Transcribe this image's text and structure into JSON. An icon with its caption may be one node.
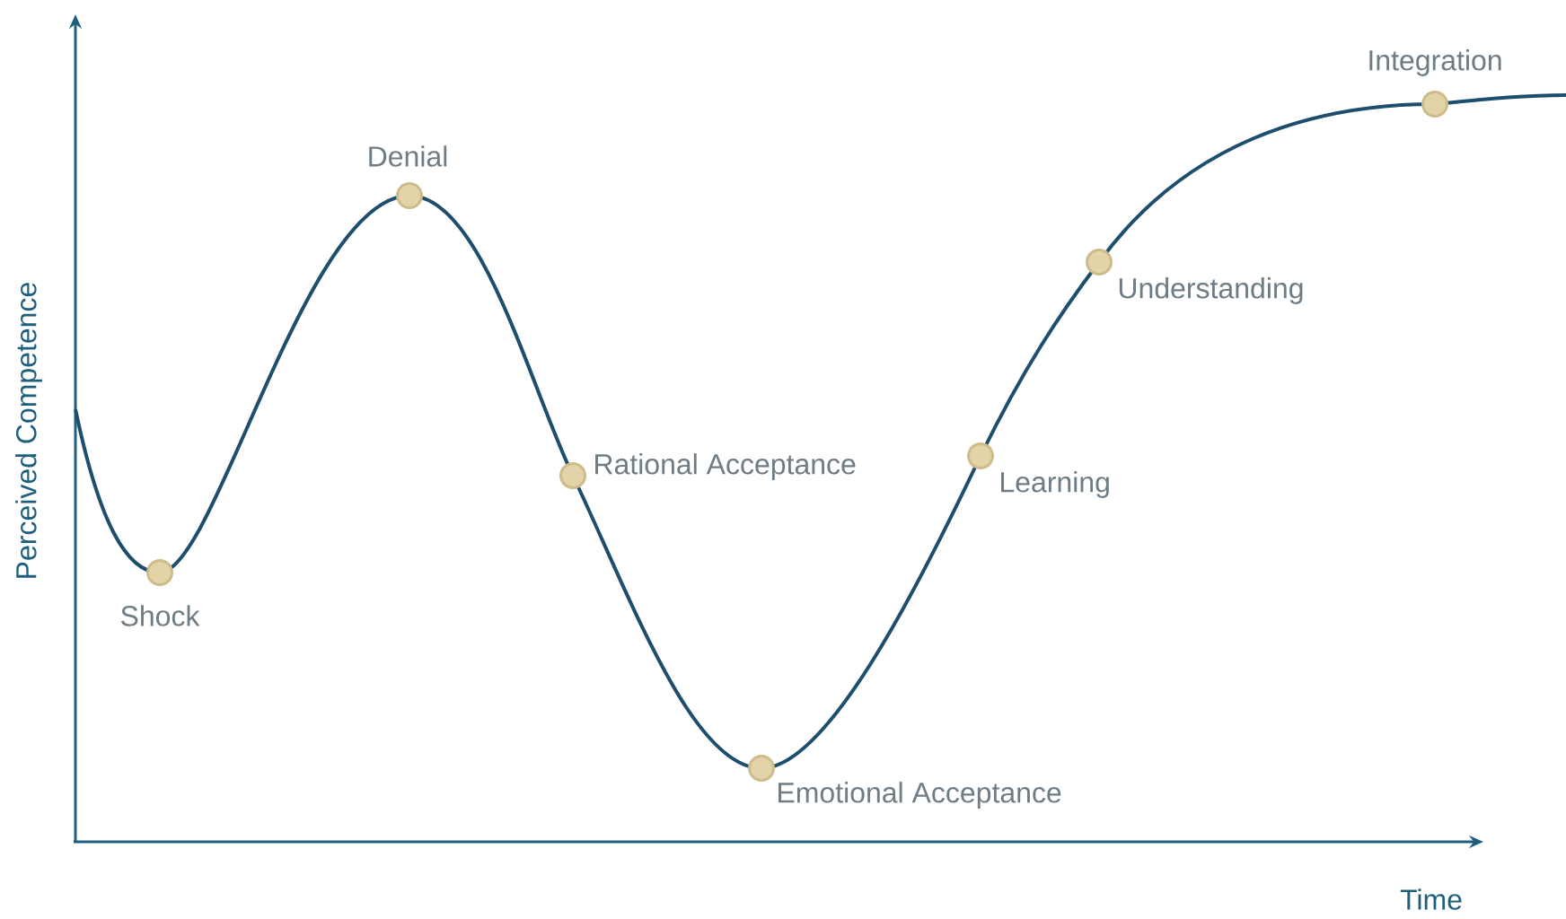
{
  "diagram": {
    "labels": [
      "Perceived Competence",
      "Shock",
      "Denial",
      "Rational Acceptance",
      "Emotional Acceptance",
      "Learning",
      "Understanding",
      "Integration",
      "Time"
    ]
  }
}
